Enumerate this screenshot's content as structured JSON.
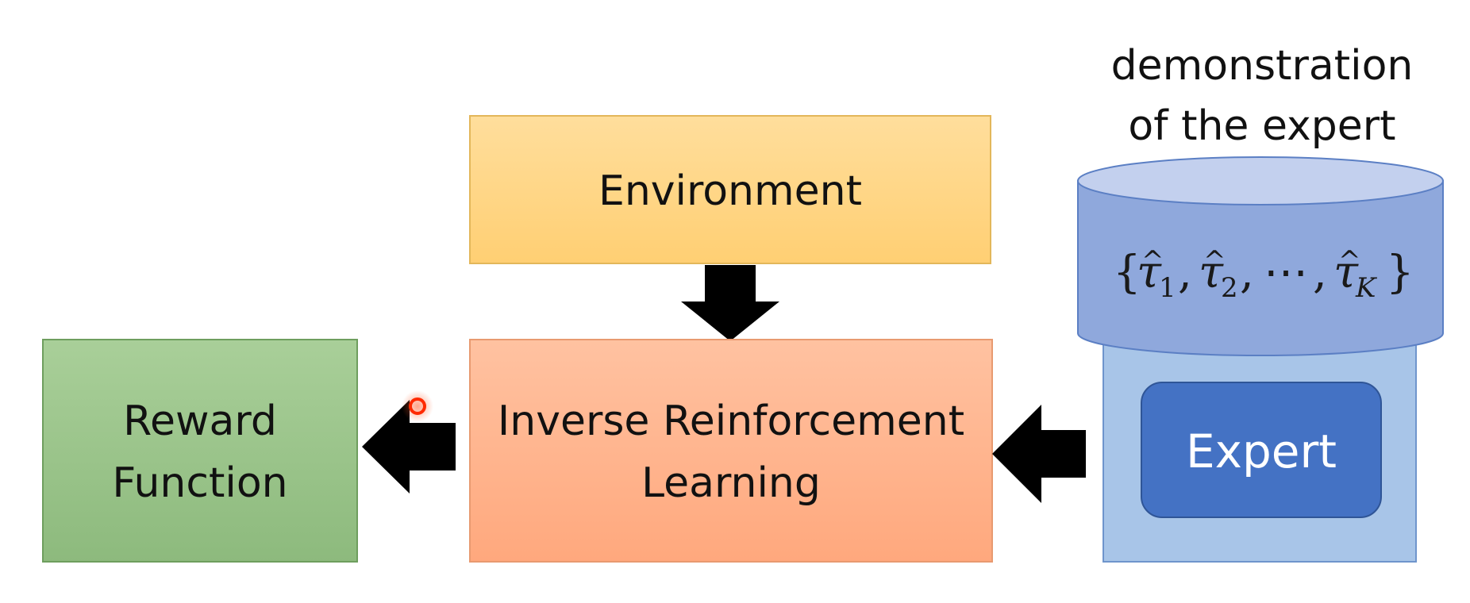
{
  "diagram": {
    "nodes": {
      "environment": {
        "label": "Environment"
      },
      "irl": {
        "lines": [
          "Inverse Reinforcement",
          "Learning"
        ]
      },
      "reward": {
        "lines": [
          "Reward",
          "Function"
        ]
      },
      "demo_caption": {
        "lines": [
          "demonstration",
          "of the expert"
        ]
      },
      "demo_set": {
        "open": "{",
        "tau": "τ",
        "hat": "^",
        "subscripts": [
          "1",
          "2",
          "K"
        ],
        "comma": ",",
        "ellipsis": "⋯",
        "close": "}"
      },
      "expert": {
        "label": "Expert"
      }
    },
    "colors": {
      "environment_top": "#FFDE9C",
      "environment_bottom": "#FFCF73",
      "irl_top": "#FFC2A1",
      "irl_bottom": "#FFA87D",
      "reward_top": "#A9CF99",
      "reward_bottom": "#8DBA7D",
      "database": "#8FA8DC",
      "database_top": "#C3D0EE",
      "expert_panel": "#A8C5E8",
      "expert_button": "#4472C4",
      "arrow": "#000000",
      "pointer": "#FF2A00"
    },
    "edges": [
      {
        "from": "environment",
        "to": "irl"
      },
      {
        "from": "expert",
        "to": "irl"
      },
      {
        "from": "irl",
        "to": "reward"
      }
    ]
  }
}
